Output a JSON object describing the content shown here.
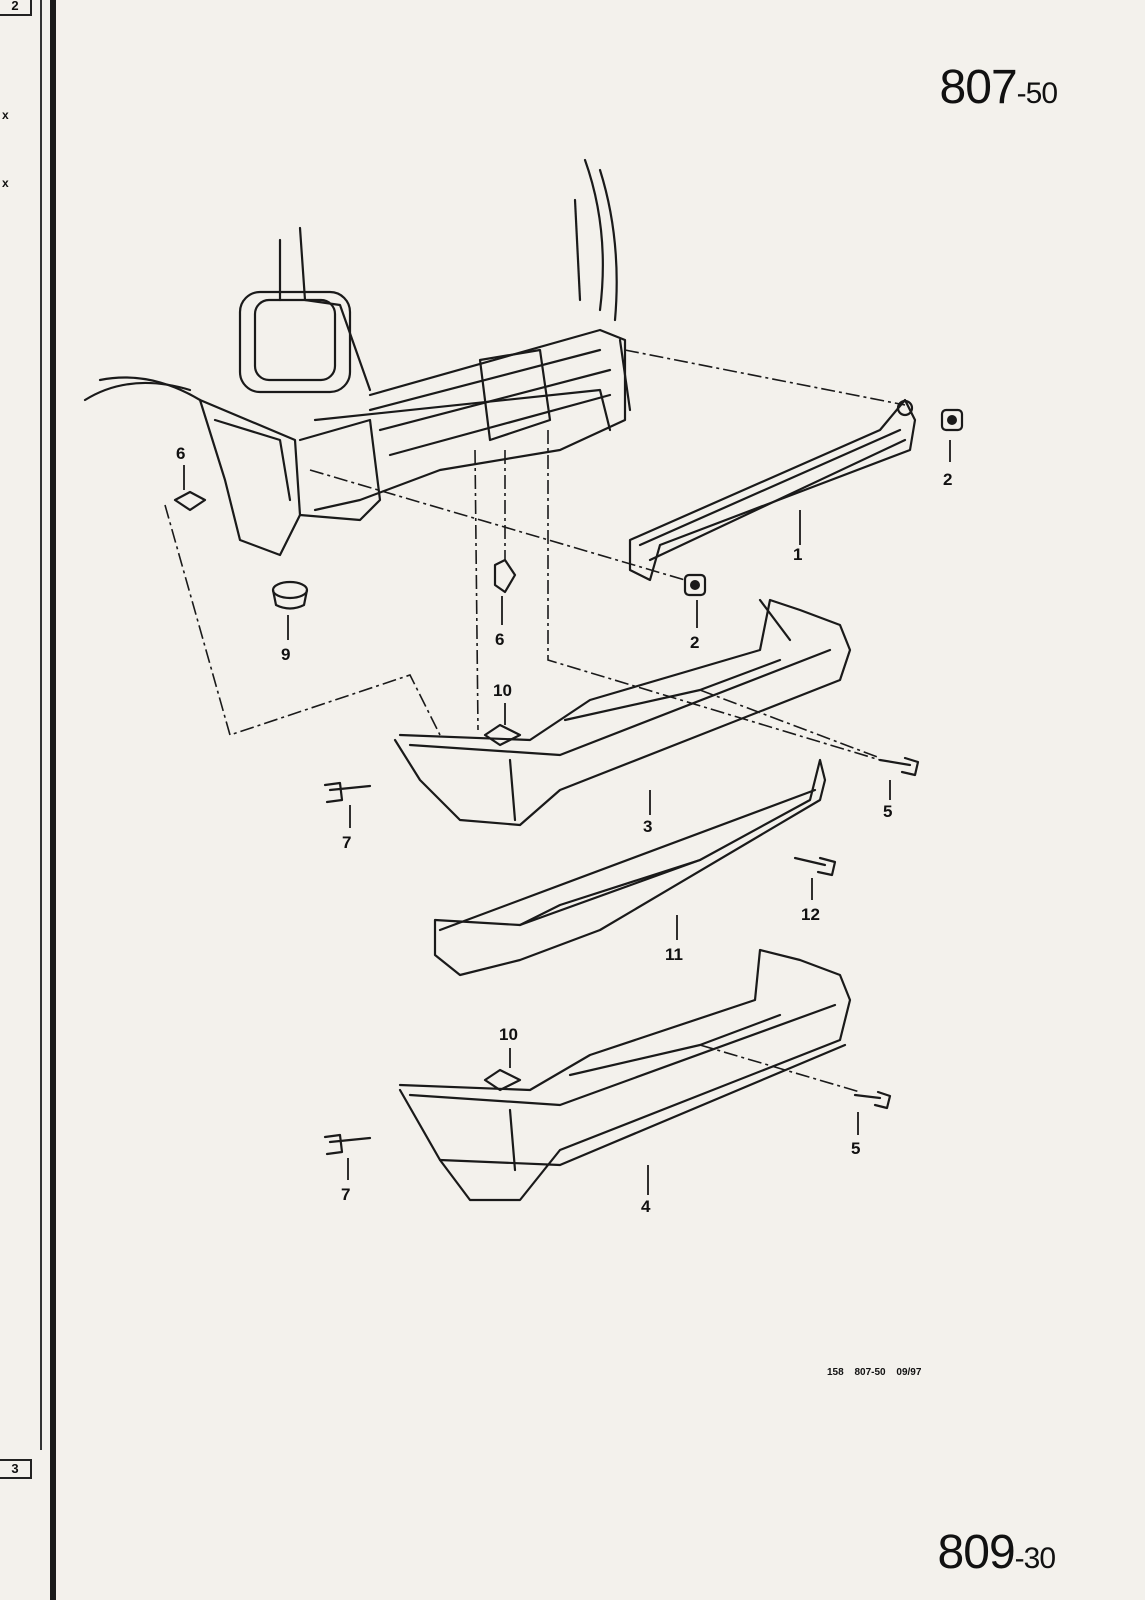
{
  "page_number": {
    "main": "807",
    "suffix": "-50"
  },
  "next_page": {
    "main": "809",
    "suffix": "-30"
  },
  "footer_code": "158 807-50 09/97",
  "edge_tabs": {
    "top": "2",
    "bottom": "3"
  },
  "edge_marks": [
    "x",
    "x"
  ],
  "callouts": [
    "1",
    "2",
    "2",
    "3",
    "4",
    "5",
    "5",
    "6",
    "6",
    "7",
    "7",
    "9",
    "10",
    "10",
    "11",
    "12"
  ]
}
